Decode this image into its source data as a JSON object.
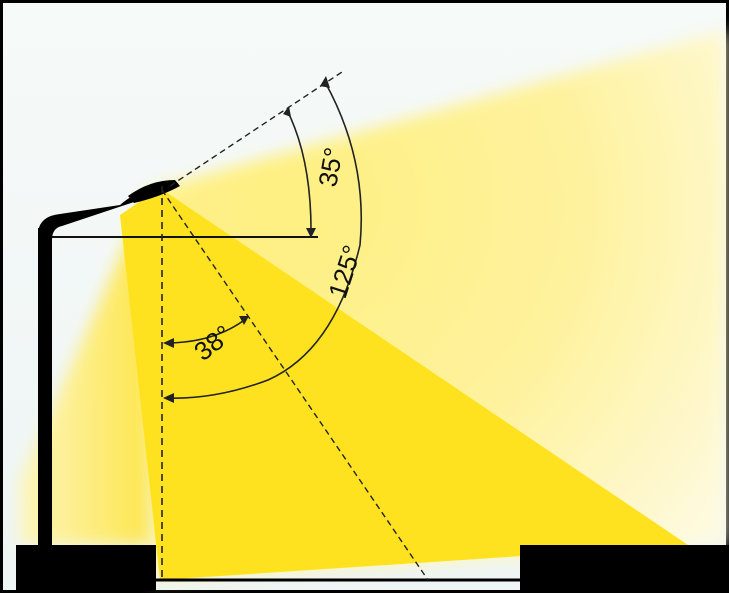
{
  "diagram": {
    "labels": {
      "angle_upper": "35°",
      "angle_total": "125°",
      "angle_lower": "38°"
    },
    "colors": {
      "sky": "#f3f8f7",
      "beam_core": "#ffe21f",
      "beam_soft": "#fff29a",
      "beam_glow": "#fff7c8",
      "ink": "#000000",
      "dimension_line": "#222222"
    }
  }
}
